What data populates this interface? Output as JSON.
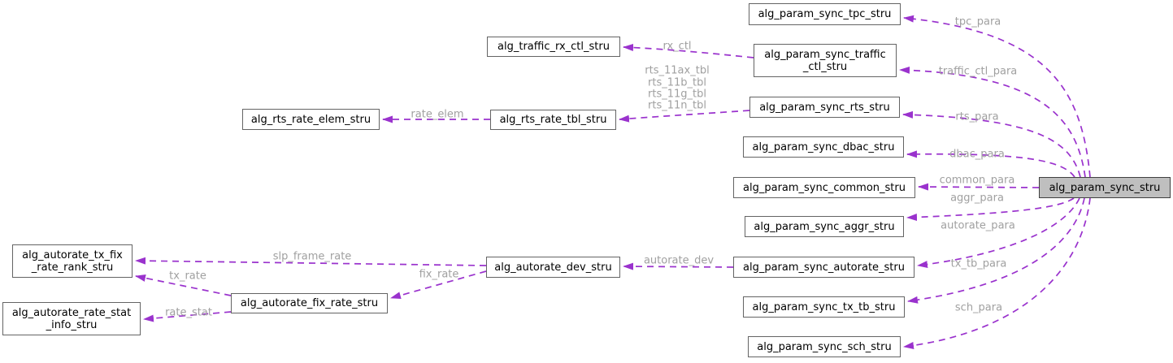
{
  "diagram": {
    "kind": "collaboration-graph",
    "colors": {
      "edge": "#9a32cd",
      "edge_label_text": "#a0a0a0",
      "node_fill": "#ffffff",
      "node_border": "#646464",
      "node_text": "#000000",
      "main_node_fill": "#bfbfbf",
      "main_node_border": "#404040",
      "background": "#ffffff"
    },
    "nodes": {
      "param_sync_tpc": {
        "line1": "alg_param_sync_tpc_stru"
      },
      "param_sync_traffic": {
        "line1": "alg_param_sync_traffic",
        "line2": "_ctl_stru"
      },
      "param_sync_rts": {
        "line1": "alg_param_sync_rts_stru"
      },
      "param_sync_dbac": {
        "line1": "alg_param_sync_dbac_stru"
      },
      "param_sync_common": {
        "line1": "alg_param_sync_common_stru"
      },
      "param_sync_aggr": {
        "line1": "alg_param_sync_aggr_stru"
      },
      "param_sync_autorate": {
        "line1": "alg_param_sync_autorate_stru"
      },
      "param_sync_tx_tb": {
        "line1": "alg_param_sync_tx_tb_stru"
      },
      "param_sync_sch": {
        "line1": "alg_param_sync_sch_stru"
      },
      "param_sync_main": {
        "line1": "alg_param_sync_stru"
      },
      "traffic_rx_ctl": {
        "line1": "alg_traffic_rx_ctl_stru"
      },
      "rts_rate_tbl": {
        "line1": "alg_rts_rate_tbl_stru"
      },
      "rts_rate_elem": {
        "line1": "alg_rts_rate_elem_stru"
      },
      "autorate_dev": {
        "line1": "alg_autorate_dev_stru"
      },
      "autorate_rank": {
        "line1": "alg_autorate_tx_fix",
        "line2": "_rate_rank_stru"
      },
      "autorate_fix_rate": {
        "line1": "alg_autorate_fix_rate_stru"
      },
      "autorate_stat_info": {
        "line1": "alg_autorate_rate_stat",
        "line2": "_info_stru"
      }
    },
    "edge_labels": {
      "tpc_para": "tpc_para",
      "traffic_ctl_para": "traffic_ctl_para",
      "rts_para": "rts_para",
      "dbac_para": "dbac_para",
      "common_para": "common_para",
      "aggr_para": "aggr_para",
      "autorate_para": "autorate_para",
      "tx_tb_para": "tx_tb_para",
      "sch_para": "sch_para",
      "rx_ctl": "rx_ctl",
      "rts_tbl_0": "rts_11ax_tbl",
      "rts_tbl_1": "rts_11b_tbl",
      "rts_tbl_2": "rts_11g_tbl",
      "rts_tbl_3": "rts_11n_tbl",
      "rate_elem": "rate_elem",
      "autorate_dev": "autorate_dev",
      "slp_frame_rate": "slp_frame_rate",
      "fix_rate": "fix_rate",
      "tx_rate": "tx_rate",
      "rate_stat": "rate_stat"
    }
  }
}
